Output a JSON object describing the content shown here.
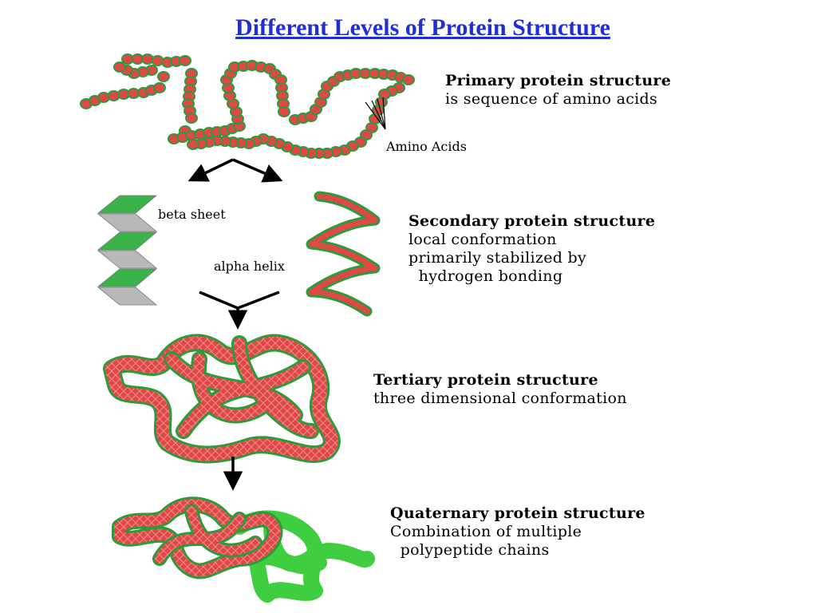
{
  "title": "Different Levels of Protein Structure",
  "levels": [
    {
      "heading": "Primary protein structure",
      "lines": [
        "is sequence of amino acids"
      ]
    },
    {
      "heading": "Secondary protein structure",
      "lines": [
        "local conformation",
        "primarily stabilized by",
        "  hydrogen bonding"
      ]
    },
    {
      "heading": "Tertiary protein structure",
      "lines": [
        "three dimensional conformation"
      ]
    },
    {
      "heading": "Quaternary protein structure",
      "lines": [
        "Combination of multiple",
        "  polypeptide chains"
      ]
    }
  ],
  "labels": {
    "amino_acids": "Amino Acids",
    "beta_sheet": "beta sheet",
    "alpha_helix": "alpha helix"
  },
  "colors": {
    "title": "#1f2fd6",
    "chain_red": "#e04848",
    "chain_green": "#2e9a3a",
    "beta_green": "#3ab34a",
    "beta_grey": "#b8b8b8",
    "chain2_green": "#3fce3f"
  }
}
